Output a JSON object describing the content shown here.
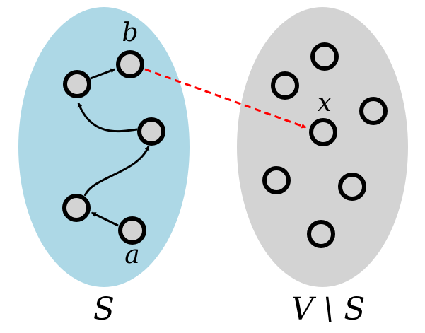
{
  "colors": {
    "set_s_fill": "#add8e6",
    "set_vs_fill": "#d3d3d3",
    "node_fill": "#d3d3d3",
    "node_stroke": "#000000",
    "path_edge": "#000000",
    "crossing_edge": "#ff0000"
  },
  "sets": {
    "s_label": "S",
    "vs_label": "V \\ S"
  },
  "nodes": {
    "a_label": "a",
    "b_label": "b",
    "x_label": "x"
  },
  "edges": {
    "path_style": "solid",
    "crossing_style": "dashed"
  }
}
